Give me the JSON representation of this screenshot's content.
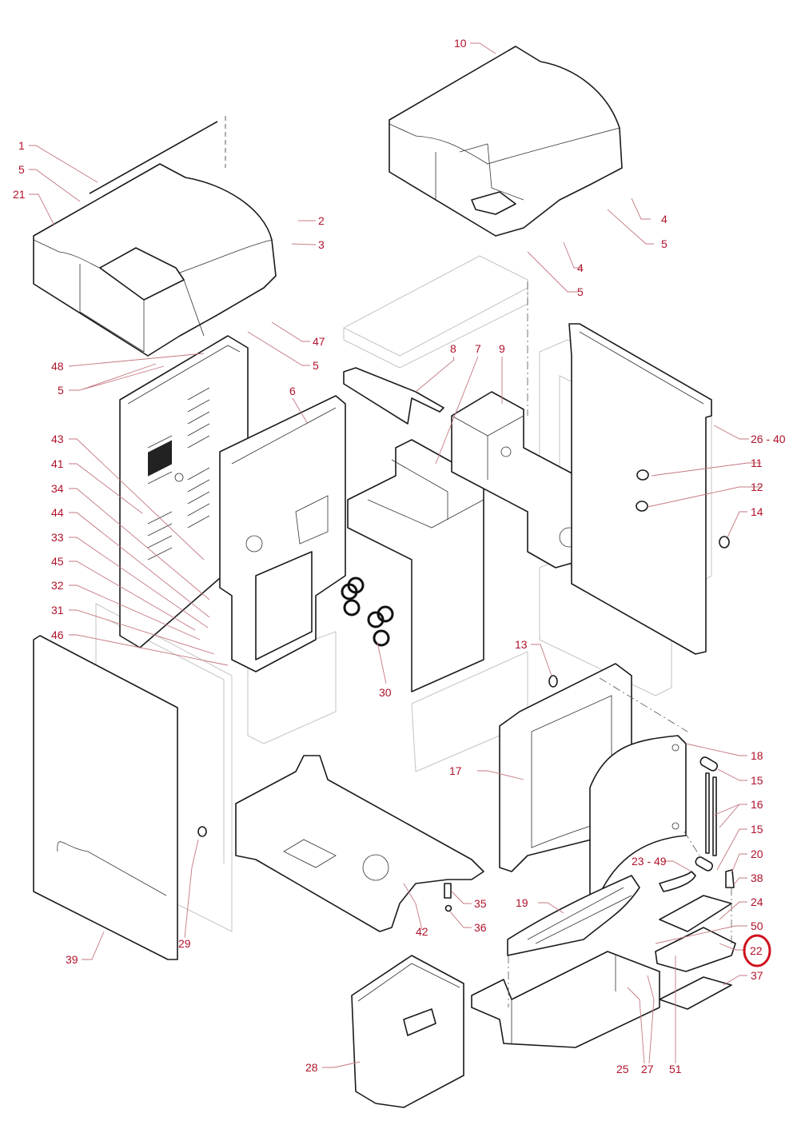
{
  "diagram": {
    "title": "Exploded parts diagram — coffee machine housing",
    "label_color": "#b0122a",
    "highlight_color": "#d0101e",
    "highlighted_callout": "22",
    "callouts": [
      {
        "id": "c1",
        "label": "1"
      },
      {
        "id": "c5a",
        "label": "5"
      },
      {
        "id": "c21",
        "label": "21"
      },
      {
        "id": "c2",
        "label": "2"
      },
      {
        "id": "c3",
        "label": "3"
      },
      {
        "id": "c47",
        "label": "47"
      },
      {
        "id": "c5b",
        "label": "5"
      },
      {
        "id": "c48",
        "label": "48"
      },
      {
        "id": "c5c",
        "label": "5"
      },
      {
        "id": "c10",
        "label": "10"
      },
      {
        "id": "c4a",
        "label": "4"
      },
      {
        "id": "c5d",
        "label": "5"
      },
      {
        "id": "c4b",
        "label": "4"
      },
      {
        "id": "c5e",
        "label": "5"
      },
      {
        "id": "c8",
        "label": "8"
      },
      {
        "id": "c7",
        "label": "7"
      },
      {
        "id": "c9",
        "label": "9"
      },
      {
        "id": "c6",
        "label": "6"
      },
      {
        "id": "c26",
        "label": "26 - 40"
      },
      {
        "id": "c11",
        "label": "11"
      },
      {
        "id": "c12",
        "label": "12"
      },
      {
        "id": "c14",
        "label": "14"
      },
      {
        "id": "c43",
        "label": "43"
      },
      {
        "id": "c41",
        "label": "41"
      },
      {
        "id": "c34",
        "label": "34"
      },
      {
        "id": "c44",
        "label": "44"
      },
      {
        "id": "c33",
        "label": "33"
      },
      {
        "id": "c45",
        "label": "45"
      },
      {
        "id": "c32",
        "label": "32"
      },
      {
        "id": "c31",
        "label": "31"
      },
      {
        "id": "c46",
        "label": "46"
      },
      {
        "id": "c30",
        "label": "30"
      },
      {
        "id": "c13",
        "label": "13"
      },
      {
        "id": "c18",
        "label": "18"
      },
      {
        "id": "c17",
        "label": "17"
      },
      {
        "id": "c15a",
        "label": "15"
      },
      {
        "id": "c16",
        "label": "16"
      },
      {
        "id": "c15b",
        "label": "15"
      },
      {
        "id": "c20",
        "label": "20"
      },
      {
        "id": "c2349",
        "label": "23 - 49"
      },
      {
        "id": "c38",
        "label": "38"
      },
      {
        "id": "c24",
        "label": "24"
      },
      {
        "id": "c50",
        "label": "50"
      },
      {
        "id": "c22",
        "label": "22"
      },
      {
        "id": "c37",
        "label": "37"
      },
      {
        "id": "c19",
        "label": "19"
      },
      {
        "id": "c35",
        "label": "35"
      },
      {
        "id": "c36",
        "label": "36"
      },
      {
        "id": "c42",
        "label": "42"
      },
      {
        "id": "c29",
        "label": "29"
      },
      {
        "id": "c39",
        "label": "39"
      },
      {
        "id": "c28",
        "label": "28"
      },
      {
        "id": "c25",
        "label": "25"
      },
      {
        "id": "c27",
        "label": "27"
      },
      {
        "id": "c51",
        "label": "51"
      }
    ]
  }
}
